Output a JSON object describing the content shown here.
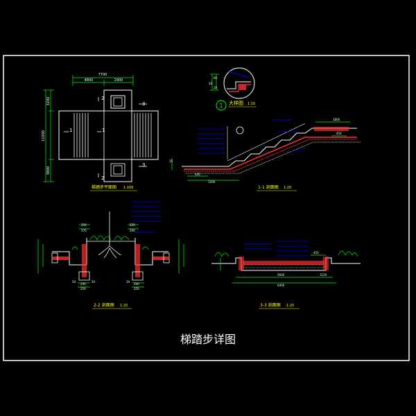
{
  "sheet_title": "梯踏步详图",
  "plan": {
    "label": "梯踏步平面图",
    "scale": "1:100",
    "dim_overall": "7700",
    "dim_left": "4800",
    "dim_right": "2900",
    "dim_side_total": "11000",
    "dim_side_top": "3200",
    "dim_side_bottom": "3800",
    "section_marks": [
      "1",
      "1",
      "2",
      "2",
      "3",
      "3"
    ]
  },
  "detail": {
    "label": "大样图",
    "scale": "1:10",
    "number": "1",
    "dims": [
      "20",
      "60",
      "20"
    ]
  },
  "section_1": {
    "label": "1-1 剖面图",
    "scale": "1:20",
    "dims": [
      "1800",
      "450",
      "400",
      "1200",
      "15"
    ]
  },
  "section_2": {
    "label": "2-2 剖面图",
    "scale": "1:20",
    "dims": [
      "250",
      "370",
      "220",
      "200",
      "240",
      "240",
      "250",
      "50",
      "250",
      "20",
      "20"
    ]
  },
  "section_3": {
    "label": "3-3 剖面图",
    "scale": "1:20",
    "dims": [
      "450",
      "1150",
      "5600",
      "6400"
    ]
  },
  "colors": {
    "frame": "#ffffff",
    "outline": "#ffffff",
    "dimension": "#00ff00",
    "concrete": "#ff3030",
    "leader": "#0000ff",
    "plant": "#00dd00",
    "label": "#ffff00"
  }
}
